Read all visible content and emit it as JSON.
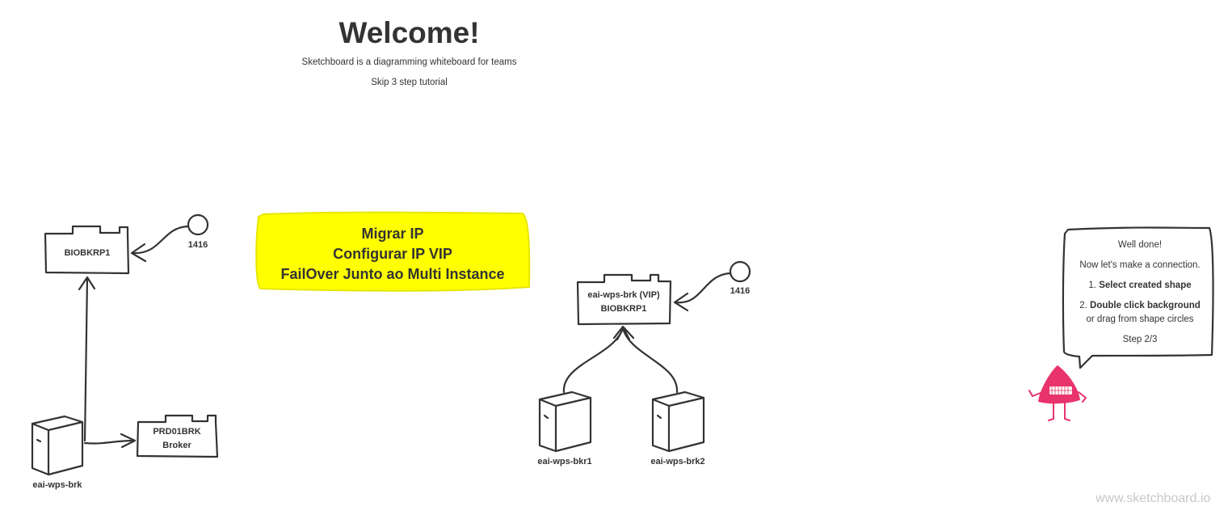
{
  "welcome": {
    "title": "Welcome!",
    "subtitle": "Sketchboard is a diagramming whiteboard for teams",
    "skip": "Skip 3 step tutorial"
  },
  "note": {
    "line1": "Migrar IP",
    "line2": "Configurar IP VIP",
    "line3": "FailOver Junto ao Multi Instance",
    "color": "#ffff00"
  },
  "left_diagram": {
    "broker_top": "BIOBKRP1",
    "port": "1416",
    "server": "eai-wps-brk",
    "broker_bottom_line1": "PRD01BRK",
    "broker_bottom_line2": "Broker"
  },
  "right_diagram": {
    "vip_line1": "eai-wps-brk (VIP)",
    "vip_line2": "BIOBKRP1",
    "port": "1416",
    "server1": "eai-wps-bkr1",
    "server2": "eai-wps-brk2"
  },
  "tutorial": {
    "line1": "Well done!",
    "line2": "Now let's make a connection.",
    "step1_num": "1.",
    "step1_bold": "Select created shape",
    "step2_num": "2.",
    "step2_bold": "Double click background",
    "step2_rest": "or drag from shape circles",
    "step": "Step 2/3",
    "mascot_color": "#e8336d"
  },
  "watermark": "www.sketchboard.io"
}
